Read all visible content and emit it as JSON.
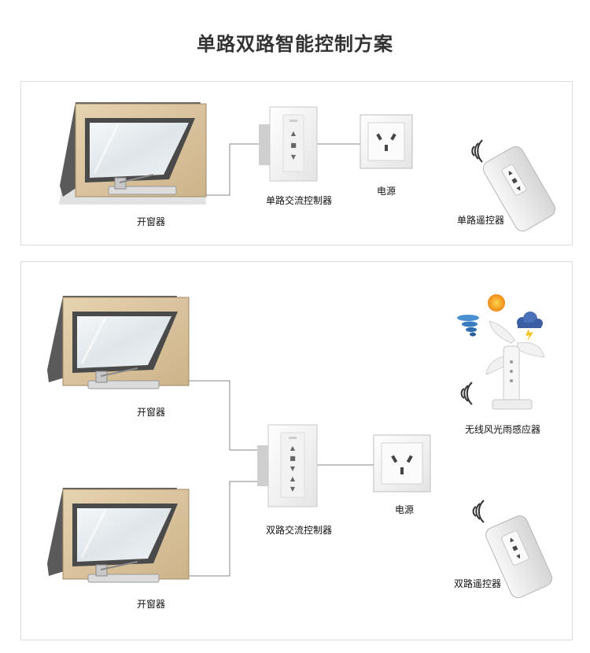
{
  "title": "单路双路智能控制方案",
  "single": {
    "opener_label": "开窗器",
    "controller_label": "单路交流控制器",
    "power_label": "电源",
    "remote_label": "单路遥控器"
  },
  "double": {
    "opener_top_label": "开窗器",
    "opener_bottom_label": "开窗器",
    "controller_label": "双路交流控制器",
    "power_label": "电源",
    "sensor_label": "无线风光雨感应器",
    "remote_label": "双路遥控器"
  }
}
